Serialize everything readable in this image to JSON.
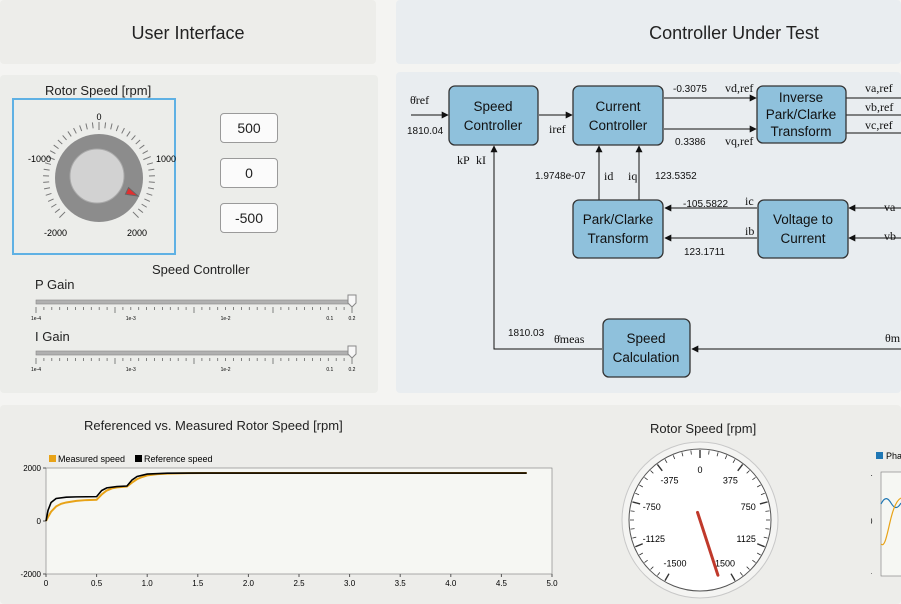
{
  "ui_panel": {
    "title": "User Interface"
  },
  "cut_panel": {
    "title": "Controller Under Test"
  },
  "knob": {
    "title": "Rotor Speed [rpm]",
    "value": 1700,
    "labels": {
      "top": "0",
      "left": "-1000",
      "right": "1000",
      "bottom_left": "-2000",
      "bottom_right": "2000"
    }
  },
  "speed_buttons": [
    "500",
    "0",
    "-500"
  ],
  "speed_controller": {
    "title": "Speed Controller",
    "p_gain": {
      "label": "P Gain",
      "ticks": [
        "1e-4",
        "1e-3",
        "1e-2",
        "0.1",
        "0.2"
      ],
      "value_fraction": 1.0
    },
    "i_gain": {
      "label": "I Gain",
      "ticks": [
        "1e-4",
        "1e-3",
        "1e-2",
        "0.1",
        "0.2"
      ],
      "value_fraction": 1.0
    }
  },
  "diagram": {
    "blocks": {
      "speed_controller": [
        "Speed",
        "Controller"
      ],
      "current_controller": [
        "Current",
        "Controller"
      ],
      "inverse_park_clarke": [
        "Inverse",
        "Park/Clarke",
        "Transform"
      ],
      "park_clarke": [
        "Park/Clarke",
        "Transform"
      ],
      "voltage_to_current": [
        "Voltage to",
        "Current"
      ],
      "speed_calculation": [
        "Speed",
        "Calculation"
      ]
    },
    "values": {
      "theta_ref_dot": "1810.04",
      "vd_ref": "-0.3075",
      "vq_ref": "0.3386",
      "id": "1.9748e-07",
      "iq": "123.5352",
      "ic": "-105.5822",
      "ib": "123.1711",
      "theta_meas_dot": "1810.03"
    },
    "signals": {
      "theta_ref": "θ̇ref",
      "i_ref": "iref",
      "vd_ref": "vd,ref",
      "vq_ref": "vq,ref",
      "va_ref": "va,ref",
      "vb_ref": "vb,ref",
      "vc_ref": "vc,ref",
      "kp": "kP",
      "ki": "kI",
      "id": "id",
      "iq": "iq",
      "ic": "ic",
      "ib": "ib",
      "va": "va",
      "vb": "vb",
      "theta_meas_dot": "θ̇meas",
      "theta_m": "θm"
    }
  },
  "gauge": {
    "title": "Rotor Speed [rpm]",
    "labels": [
      "-1500",
      "-1125",
      "-750",
      "-375",
      "0",
      "375",
      "750",
      "1125",
      "1500"
    ],
    "value": 1810,
    "needle_color": "#c0392b"
  },
  "colors": {
    "accent": "#5fb1e4",
    "block_fill": "#8fc1dc",
    "measured": "#e8a317",
    "reference": "#000000",
    "phase_blue": "#1f77b4",
    "phase_orange": "#e8a317"
  },
  "right_chart": {
    "legend_fragment": "Pha",
    "y_ticks": [
      "1",
      "0",
      "-1"
    ]
  },
  "chart_data": {
    "type": "line",
    "title": "Referenced vs. Measured Rotor Speed [rpm]",
    "xlabel": "",
    "ylabel": "",
    "xlim": [
      0,
      5.0
    ],
    "ylim": [
      -2000,
      2000
    ],
    "x_ticks": [
      "0",
      "0.5",
      "1.0",
      "1.5",
      "2.0",
      "2.5",
      "3.0",
      "3.5",
      "4.0",
      "4.5",
      "5.0"
    ],
    "y_ticks": [
      "2000",
      "0",
      "-2000"
    ],
    "legend": "top-left",
    "series": [
      {
        "name": "Measured speed",
        "color": "#e8a317",
        "x": [
          0,
          0.02,
          0.05,
          0.1,
          0.15,
          0.2,
          0.3,
          0.4,
          0.5,
          0.55,
          0.6,
          0.65,
          0.7,
          0.8,
          0.85,
          0.9,
          0.95,
          1.0,
          1.1,
          1.2,
          1.4,
          1.6,
          2.0,
          3.0,
          4.0,
          4.75
        ],
        "y": [
          0,
          150,
          350,
          550,
          650,
          700,
          760,
          790,
          800,
          1000,
          1150,
          1230,
          1270,
          1300,
          1450,
          1580,
          1660,
          1720,
          1770,
          1790,
          1805,
          1810,
          1810,
          1810,
          1810,
          1810
        ]
      },
      {
        "name": "Reference speed",
        "color": "#000000",
        "x": [
          0,
          0.02,
          0.05,
          0.1,
          0.2,
          0.3,
          0.4,
          0.5,
          0.55,
          0.6,
          0.7,
          0.8,
          0.85,
          0.9,
          1.0,
          1.2,
          1.5,
          2.0,
          3.0,
          4.0,
          4.75
        ],
        "y": [
          0,
          400,
          700,
          850,
          900,
          910,
          915,
          920,
          1150,
          1250,
          1300,
          1320,
          1550,
          1680,
          1770,
          1805,
          1810,
          1810,
          1810,
          1810,
          1810
        ]
      }
    ]
  }
}
